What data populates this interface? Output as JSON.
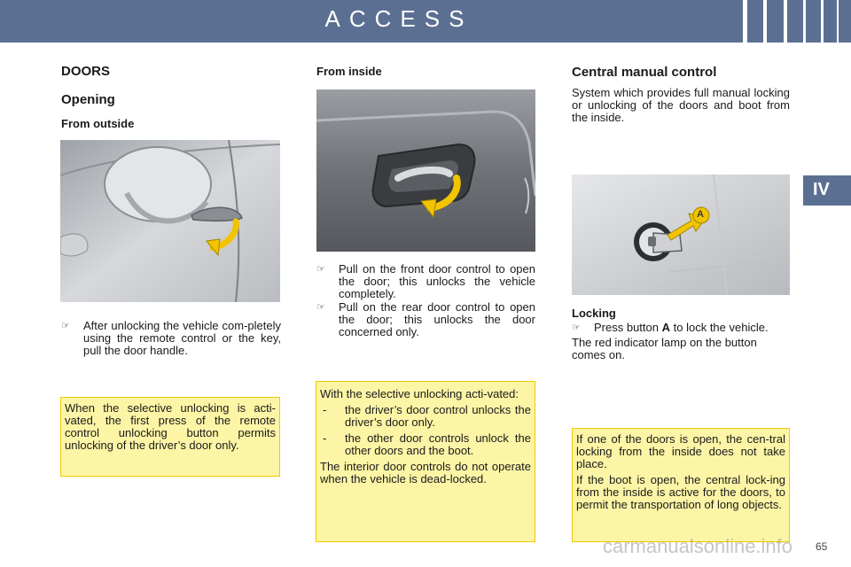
{
  "header": {
    "title": "ACCESS"
  },
  "tab": {
    "label": "IV"
  },
  "col1": {
    "heading": "DOORS",
    "subheading": "Opening",
    "subsubheading": "From outside",
    "bullet": "After unlocking the vehicle com-pletely using the remote control or the key, pull the door handle.",
    "note": "When the selective unlocking is acti-vated, the first press of the remote control unlocking button permits unlocking of the driver’s door only."
  },
  "col2": {
    "heading": "From inside",
    "bullets": [
      "Pull on the front door control to open the door; this unlocks the vehicle completely.",
      "Pull on the rear door control to open the door; this unlocks the door concerned only."
    ],
    "note": {
      "intro": "With the selective unlocking acti-vated:",
      "dash1": "the driver’s door control unlocks the driver’s door only.",
      "dash2": "the other door controls unlock the other doors and the boot.",
      "outro": "The interior door controls do not operate when the vehicle is dead-locked."
    }
  },
  "col3": {
    "heading": "Central manual control",
    "intro": "System which provides full manual locking or unlocking of the doors and boot from the inside.",
    "image_label": "A",
    "locking_heading": "Locking",
    "locking_bullet_pre": "Press button",
    "locking_bullet_key": "A",
    "locking_bullet_post": "to lock the vehicle.",
    "locking_text": "The red indicator lamp on the button comes on.",
    "note": {
      "p1": "If one of the doors is open, the cen-tral locking from the inside does not take place.",
      "p2": "If the boot is open, the central lock-ing from the inside is active for the doors, to permit the transportation of long objects."
    }
  },
  "page_number": "65",
  "watermark": "carmanualsonline.info",
  "colors": {
    "header": "#5b6f92",
    "note_bg": "#fdf5a6",
    "note_border": "#f0c800",
    "arrow": "#f2c400"
  }
}
